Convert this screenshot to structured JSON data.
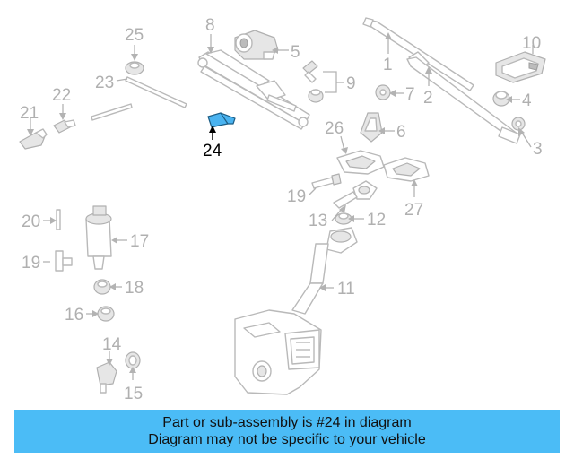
{
  "callouts": {
    "c1": "1",
    "c2": "2",
    "c3": "3",
    "c4": "4",
    "c5": "5",
    "c6": "6",
    "c7": "7",
    "c8": "8",
    "c9": "9",
    "c10": "10",
    "c11": "11",
    "c12": "12",
    "c13": "13",
    "c14": "14",
    "c15": "15",
    "c16": "16",
    "c17": "17",
    "c18": "18",
    "c19a": "19",
    "c19b": "19",
    "c20": "20",
    "c21": "21",
    "c22": "22",
    "c23": "23",
    "c24": "24",
    "c25": "25",
    "c26": "26",
    "c27": "27"
  },
  "highlighted_part": "24",
  "colors": {
    "highlight": "#4ab3f0",
    "banner": "#4bbcf6",
    "callout": "#b0b0b0",
    "callout_highlight": "#000000"
  },
  "banner": {
    "line1": "Part or sub-assembly is #24 in diagram",
    "line2": "Diagram may not be specific to your vehicle"
  }
}
